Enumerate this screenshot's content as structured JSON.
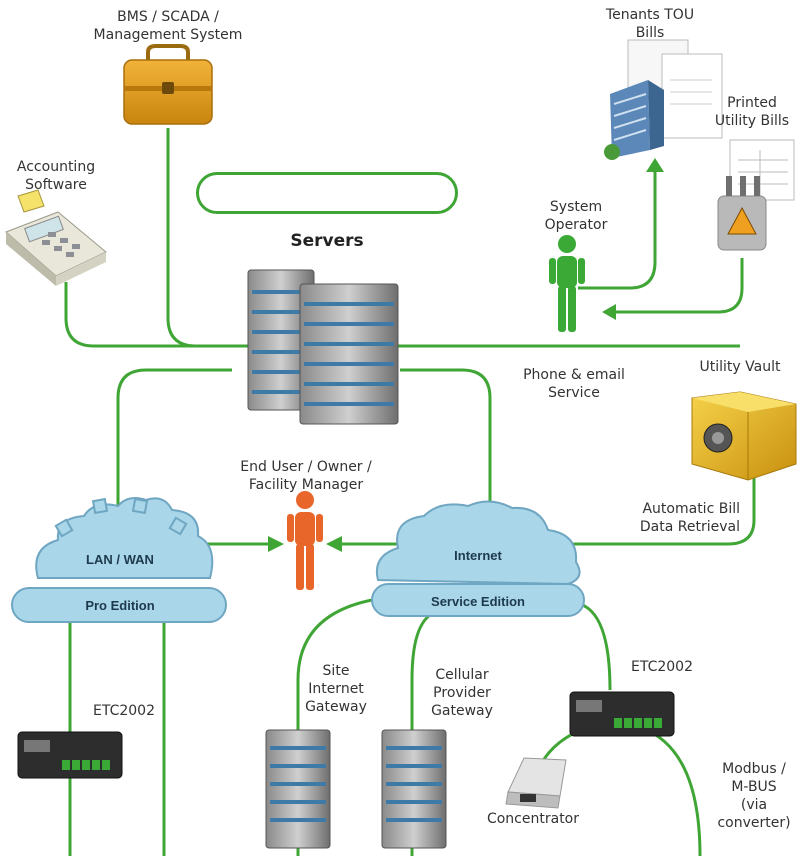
{
  "labels": {
    "bms": "BMS / SCADA /",
    "bms2": "Management System",
    "tenants": "Tenants TOU",
    "tenants2": "Bills",
    "printed": "Printed",
    "printed2": "Utility Bills",
    "accounting": "Accounting",
    "accounting2": "Software",
    "servers": "Servers",
    "operator": "System",
    "operator2": "Operator",
    "phone": "Phone & email",
    "phone2": "Service",
    "vault": "Utility Vault",
    "enduser": "End User / Owner /",
    "enduser2": "Facility Manager",
    "autobill": "Automatic Bill",
    "autobill2": "Data Retrieval",
    "etc_left": "ETC2002",
    "etc_right": "ETC2002",
    "site1": "Site",
    "site2": "Internet",
    "site3": "Gateway",
    "cell1": "Cellular",
    "cell2": "Provider",
    "cell3": "Gateway",
    "modbus1": "Modbus /",
    "modbus2": "M-BUS",
    "modbus3": "(via",
    "modbus4": "converter)",
    "concentrator": "Concentrator"
  },
  "clouds": {
    "lan": "LAN / WAN",
    "lan_edition": "Pro Edition",
    "internet": "Internet",
    "internet_edition": "Service Edition"
  },
  "colors": {
    "line": "#3fa535",
    "operator": "#3aa935",
    "enduser": "#e8662a",
    "cloud": "#a9d6e8",
    "vault": "#e7b820"
  }
}
